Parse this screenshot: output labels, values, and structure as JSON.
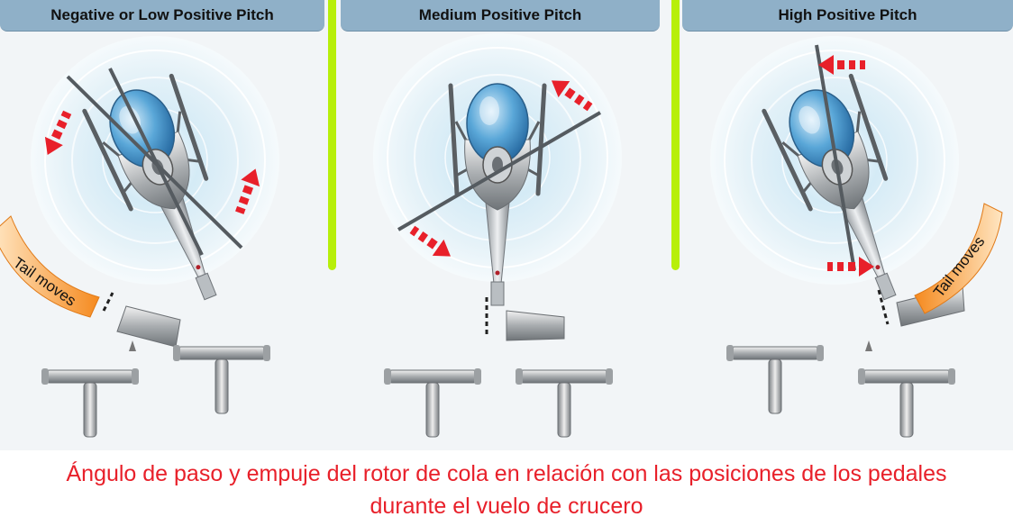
{
  "panels": [
    {
      "title": "Negative or Low Positive Pitch",
      "tail_label": "Tail moves"
    },
    {
      "title": "Medium Positive Pitch"
    },
    {
      "title": "High Positive Pitch",
      "tail_label": "Tail moves"
    }
  ],
  "caption": {
    "line1": "Ángulo de paso y empuje del rotor de cola en relación con las posiciones de los pedales",
    "line2": "durante el vuelo de crucero"
  },
  "colors": {
    "tab": "#8fb0c8",
    "divider": "#b7ef0a",
    "arrow": "#e8202a",
    "tail_label_gradient": [
      "#ffe6c2",
      "#f58a1f"
    ],
    "caption": "#e8202a"
  }
}
